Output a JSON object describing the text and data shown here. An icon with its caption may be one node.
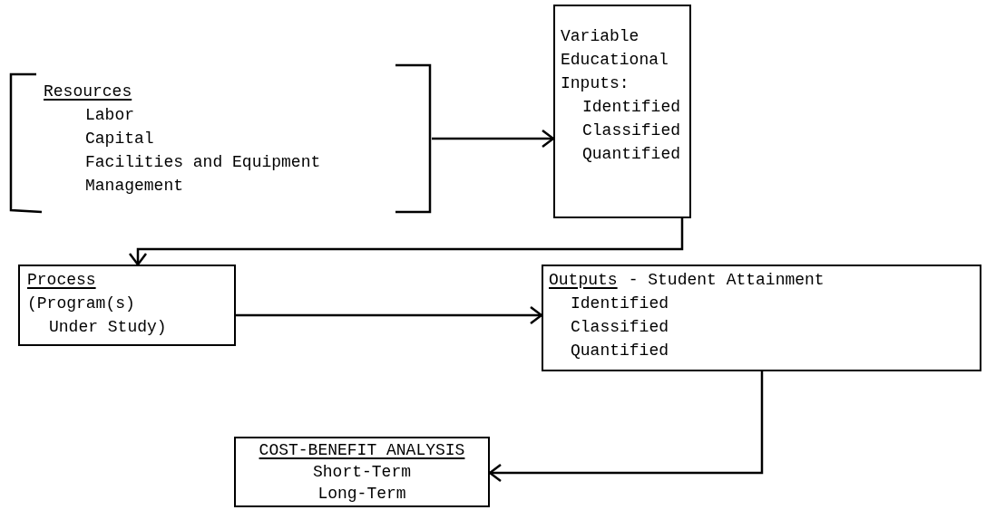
{
  "diagram": {
    "nodes": [
      {
        "text": [
          "Resources",
          "Labor",
          "Capital",
          "Facilities and Equipment",
          "Management"
        ]
      },
      {
        "text": [
          "Variable Educational Inputs:",
          "Identified",
          "Classified",
          "Quantified"
        ]
      },
      {
        "text": [
          "Process",
          "(Program(s) Under Study)"
        ]
      },
      {
        "text": [
          "Outputs",
          "- Student Attainment",
          "Identified",
          "Classified",
          "Quantified"
        ]
      },
      {
        "text": [
          "COST-BENEFIT ANALYSIS",
          "Short-Term",
          "Long-Term"
        ]
      }
    ],
    "edges": [
      {
        "from": 0,
        "to": 1,
        "arrow": "to"
      },
      {
        "from": 1,
        "to": 2,
        "arrow": "to"
      },
      {
        "from": 2,
        "to": 3,
        "arrow": "to"
      },
      {
        "from": 3,
        "to": 4,
        "arrow": "to"
      }
    ]
  }
}
